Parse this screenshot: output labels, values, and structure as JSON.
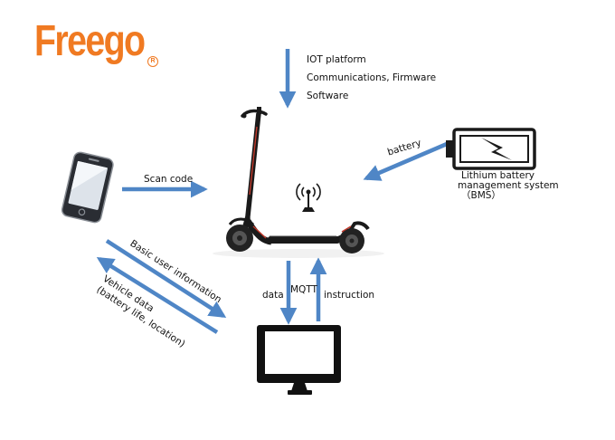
{
  "logo": {
    "text": "Freego",
    "mark": "R",
    "color": "#f07a22"
  },
  "iot": {
    "line1": "IOT platform",
    "line2": "Communications, Firmware",
    "line3": "Software"
  },
  "phone_link": {
    "label": "Scan code"
  },
  "battery": {
    "link_label": "battery",
    "line1": "Lithium battery",
    "line2": "management system",
    "line3": "（BMS）"
  },
  "user_link": {
    "label_user": "Basic user information",
    "label_vehicle": "Vehicle data",
    "label_vehicle_sub": "(battery life, location)"
  },
  "server_link": {
    "label_data": "data",
    "label_mqtt": "MQTT",
    "label_instruction": "instruction"
  },
  "icons": {
    "phone": "smartphone-icon",
    "scooter": "electric-scooter-icon",
    "antenna": "antenna-icon",
    "battery": "battery-lightning-icon",
    "monitor": "monitor-icon"
  },
  "colors": {
    "arrow": "#4f86c6",
    "brand": "#f07a22",
    "scooter_accent": "#c0392b"
  }
}
